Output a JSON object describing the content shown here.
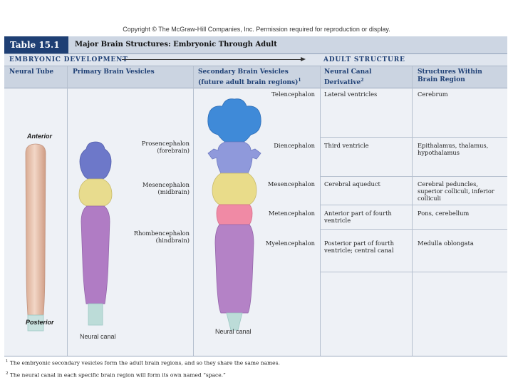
{
  "copyright": "Copyright © The McGraw-Hill Companies, Inc. Permission required for reproduction or display.",
  "table": {
    "number": "Table 15.1",
    "title": "Major Brain Structures: Embryonic Through Adult",
    "embryonic_label": "EMBRYONIC DEVELOPMENT",
    "adult_label": "ADULT STRUCTURE",
    "headers": {
      "neural_tube": "Neural Tube",
      "primary": "Primary Brain Vesicles",
      "secondary_line1": "Secondary Brain Vesicles",
      "secondary_line2": "(future adult brain regions)",
      "secondary_sup": "1",
      "canal_line1": "Neural Canal",
      "canal_line2": "Derivative",
      "canal_sup": "2",
      "structures_line1": "Structures Within",
      "structures_line2": "Brain Region"
    },
    "tube_labels": {
      "anterior": "Anterior",
      "posterior": "Posterior"
    },
    "neural_canal_label": "Neural canal",
    "primary_vesicles": [
      {
        "name": "Prosencephalon",
        "alt": "(forebrain)"
      },
      {
        "name": "Mesencephalon",
        "alt": "(midbrain)"
      },
      {
        "name": "Rhombencephalon",
        "alt": "(hindbrain)"
      }
    ],
    "rows": [
      {
        "secondary": "Telencephalon",
        "canal": "Lateral ventricles",
        "structures": "Cerebrum"
      },
      {
        "secondary": "Diencephalon",
        "canal": "Third ventricle",
        "structures_lines": [
          "Epithalamus, thalamus,",
          "hypothalamus"
        ]
      },
      {
        "secondary": "Mesencephalon",
        "canal": "Cerebral aqueduct",
        "structures_lines": [
          "Cerebral peduncles,",
          "superior colliculi, inferior",
          "colliculi"
        ]
      },
      {
        "secondary": "Metencephalon",
        "canal_lines": [
          "Anterior part of fourth",
          "ventricle"
        ],
        "structures": "Pons, cerebellum"
      },
      {
        "secondary": "Myelencephalon",
        "canal_lines": [
          "Posterior part of fourth",
          "ventricle; central canal"
        ],
        "structures": "Medulla oblongata"
      }
    ],
    "footnotes": [
      {
        "mark": "1",
        "text": "The embryonic secondary vesicles form the adult brain regions, and so they share the same names."
      },
      {
        "mark": "2",
        "text": "The neural canal in each specific brain region will form its own named “space.”"
      }
    ]
  },
  "colors": {
    "title_badge": "#1e3f74",
    "header_text": "#1e3f74",
    "telencephalon": "#3d86d6",
    "diencephalon": "#8a95d8",
    "mesencephalon": "#e9dc8a",
    "metencephalon": "#f08aa5",
    "myelencephalon": "#b482c6",
    "neural_tube": "#e7c2ae",
    "canal": "#9cc9c4"
  }
}
